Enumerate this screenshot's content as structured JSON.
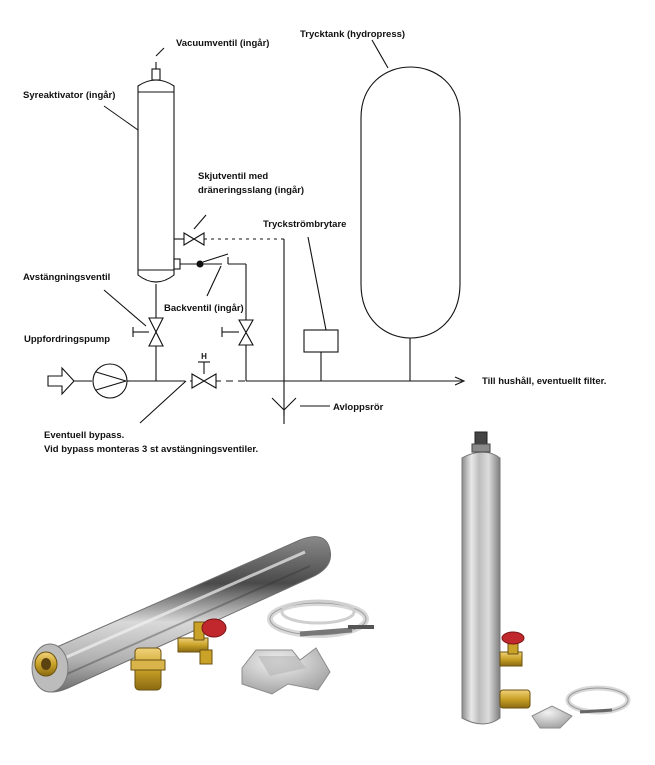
{
  "diagram": {
    "labels": {
      "vacuum_valve": "Vacuumventil (ingår)",
      "pressure_tank": "Trycktank (hydropress)",
      "oxygen_activator": "Syreaktivator (ingår)",
      "slide_valve_line1": "Skjutventil med",
      "slide_valve_line2": "dräneringsslang (ingår)",
      "pressure_switch": "Tryckströmbrytare",
      "shutoff_valve": "Avstängningsventil",
      "check_valve": "Backventil (ingår)",
      "feed_pump": "Uppfordringspump",
      "outlet": "Till hushåll, eventuellt filter.",
      "drain_pipe": "Avloppsrör",
      "bypass_line1": "Eventuell bypass.",
      "bypass_line2": "Vid bypass monteras 3 st avstängningsventiler."
    },
    "handle_symbol": "H"
  },
  "photos": {
    "left": "oxygen-activator-horizontal-photo",
    "right": "oxygen-activator-vertical-photo"
  },
  "colors": {
    "line": "#111111",
    "steel_light": "#e6e6e6",
    "steel_dark": "#7a7a7a",
    "brass": "#c9a227",
    "red_valve": "#c0282d"
  }
}
